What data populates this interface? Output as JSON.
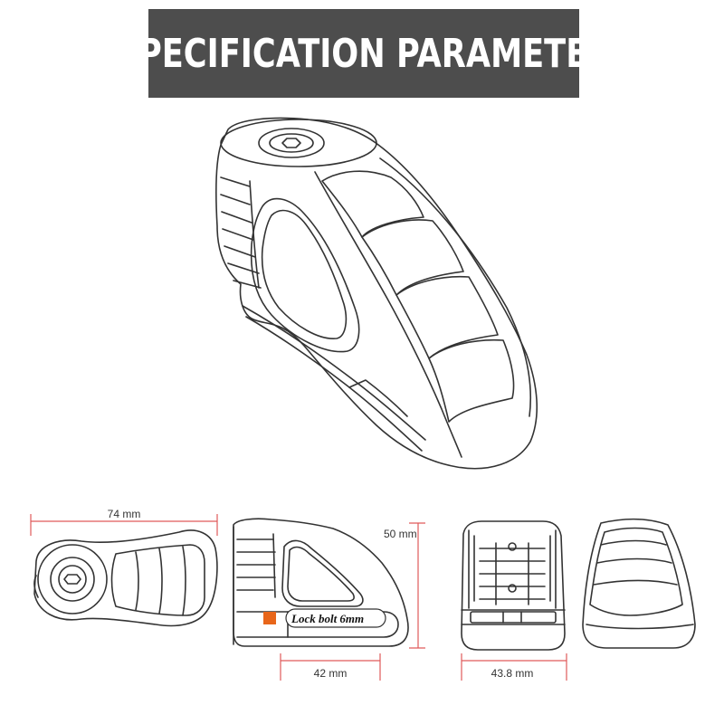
{
  "header": {
    "title": "SPECIFICATION PARAMETER"
  },
  "dimensions": {
    "width_top": "74 mm",
    "height_side": "50 mm",
    "bottom_side": "42 mm",
    "bottom_front": "43.8 mm",
    "lock_bolt": "Lock bolt 6mm"
  },
  "colors": {
    "banner_bg": "#4d4d4d",
    "banner_text": "#ffffff",
    "dimension_line": "#e05a5a",
    "bolt_marker": "#e8661a",
    "outline": "#333333"
  }
}
